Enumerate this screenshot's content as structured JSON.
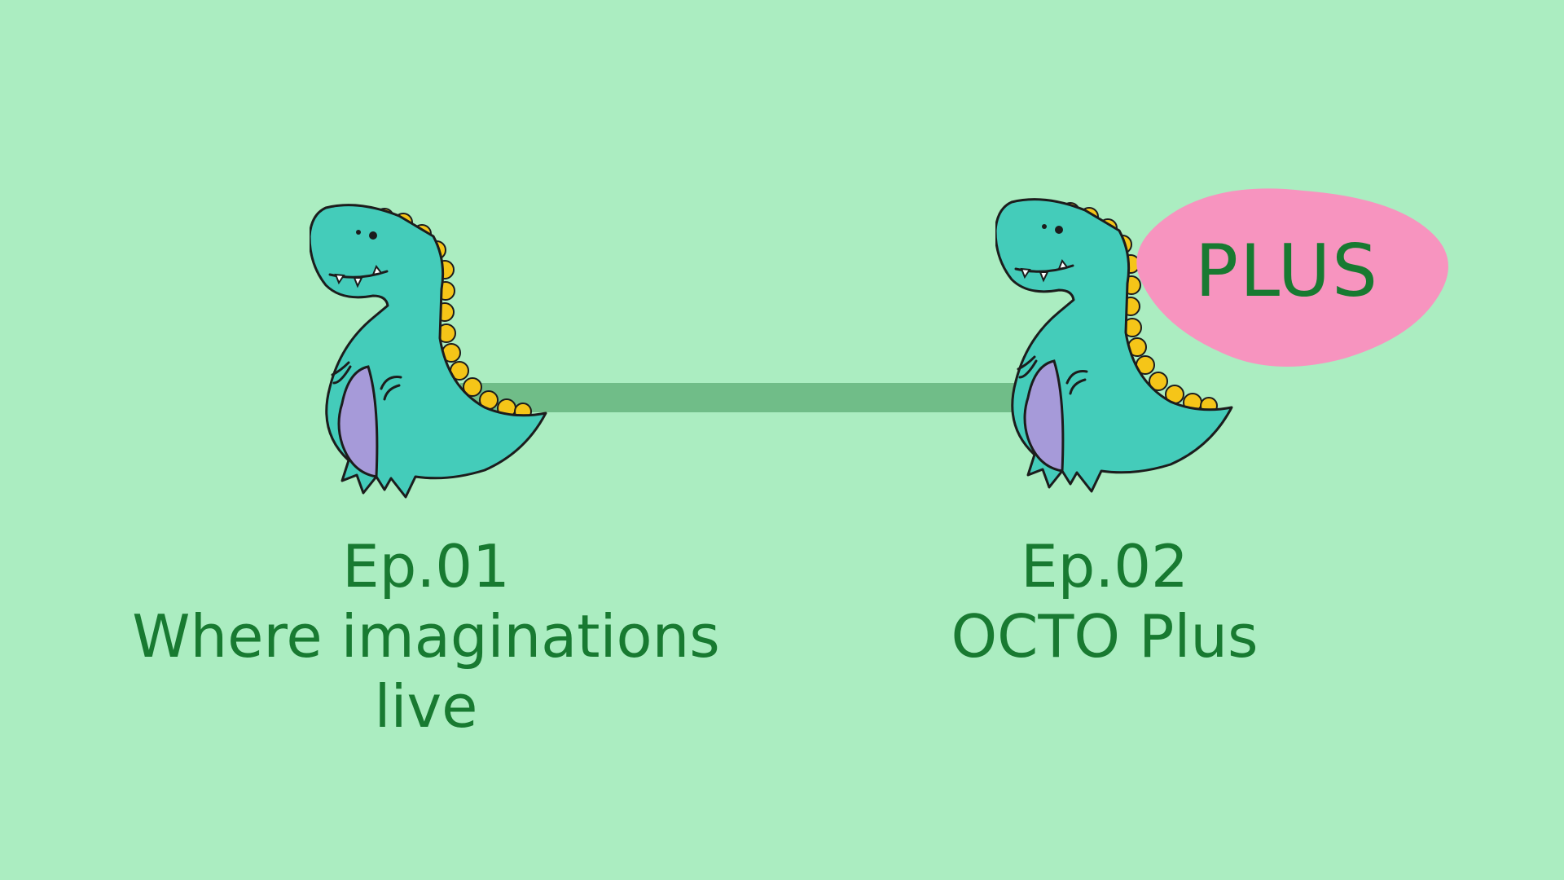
{
  "colors": {
    "background": "#abedc1",
    "connector": "#70bd88",
    "text": "#187a31",
    "dino_body": "#44ccba",
    "dino_belly": "#a69ad9",
    "dino_spikes": "#f5c518",
    "outline": "#1c1c1c",
    "blob": "#f794bf"
  },
  "icons": {
    "dinosaur": "dinosaur-icon"
  },
  "badge": {
    "label": "PLUS"
  },
  "episodes": [
    {
      "number_label": "Ep.01",
      "title_lines": [
        "Where imaginations",
        "live"
      ]
    },
    {
      "number_label": "Ep.02",
      "title_lines": [
        "OCTO Plus"
      ]
    }
  ]
}
